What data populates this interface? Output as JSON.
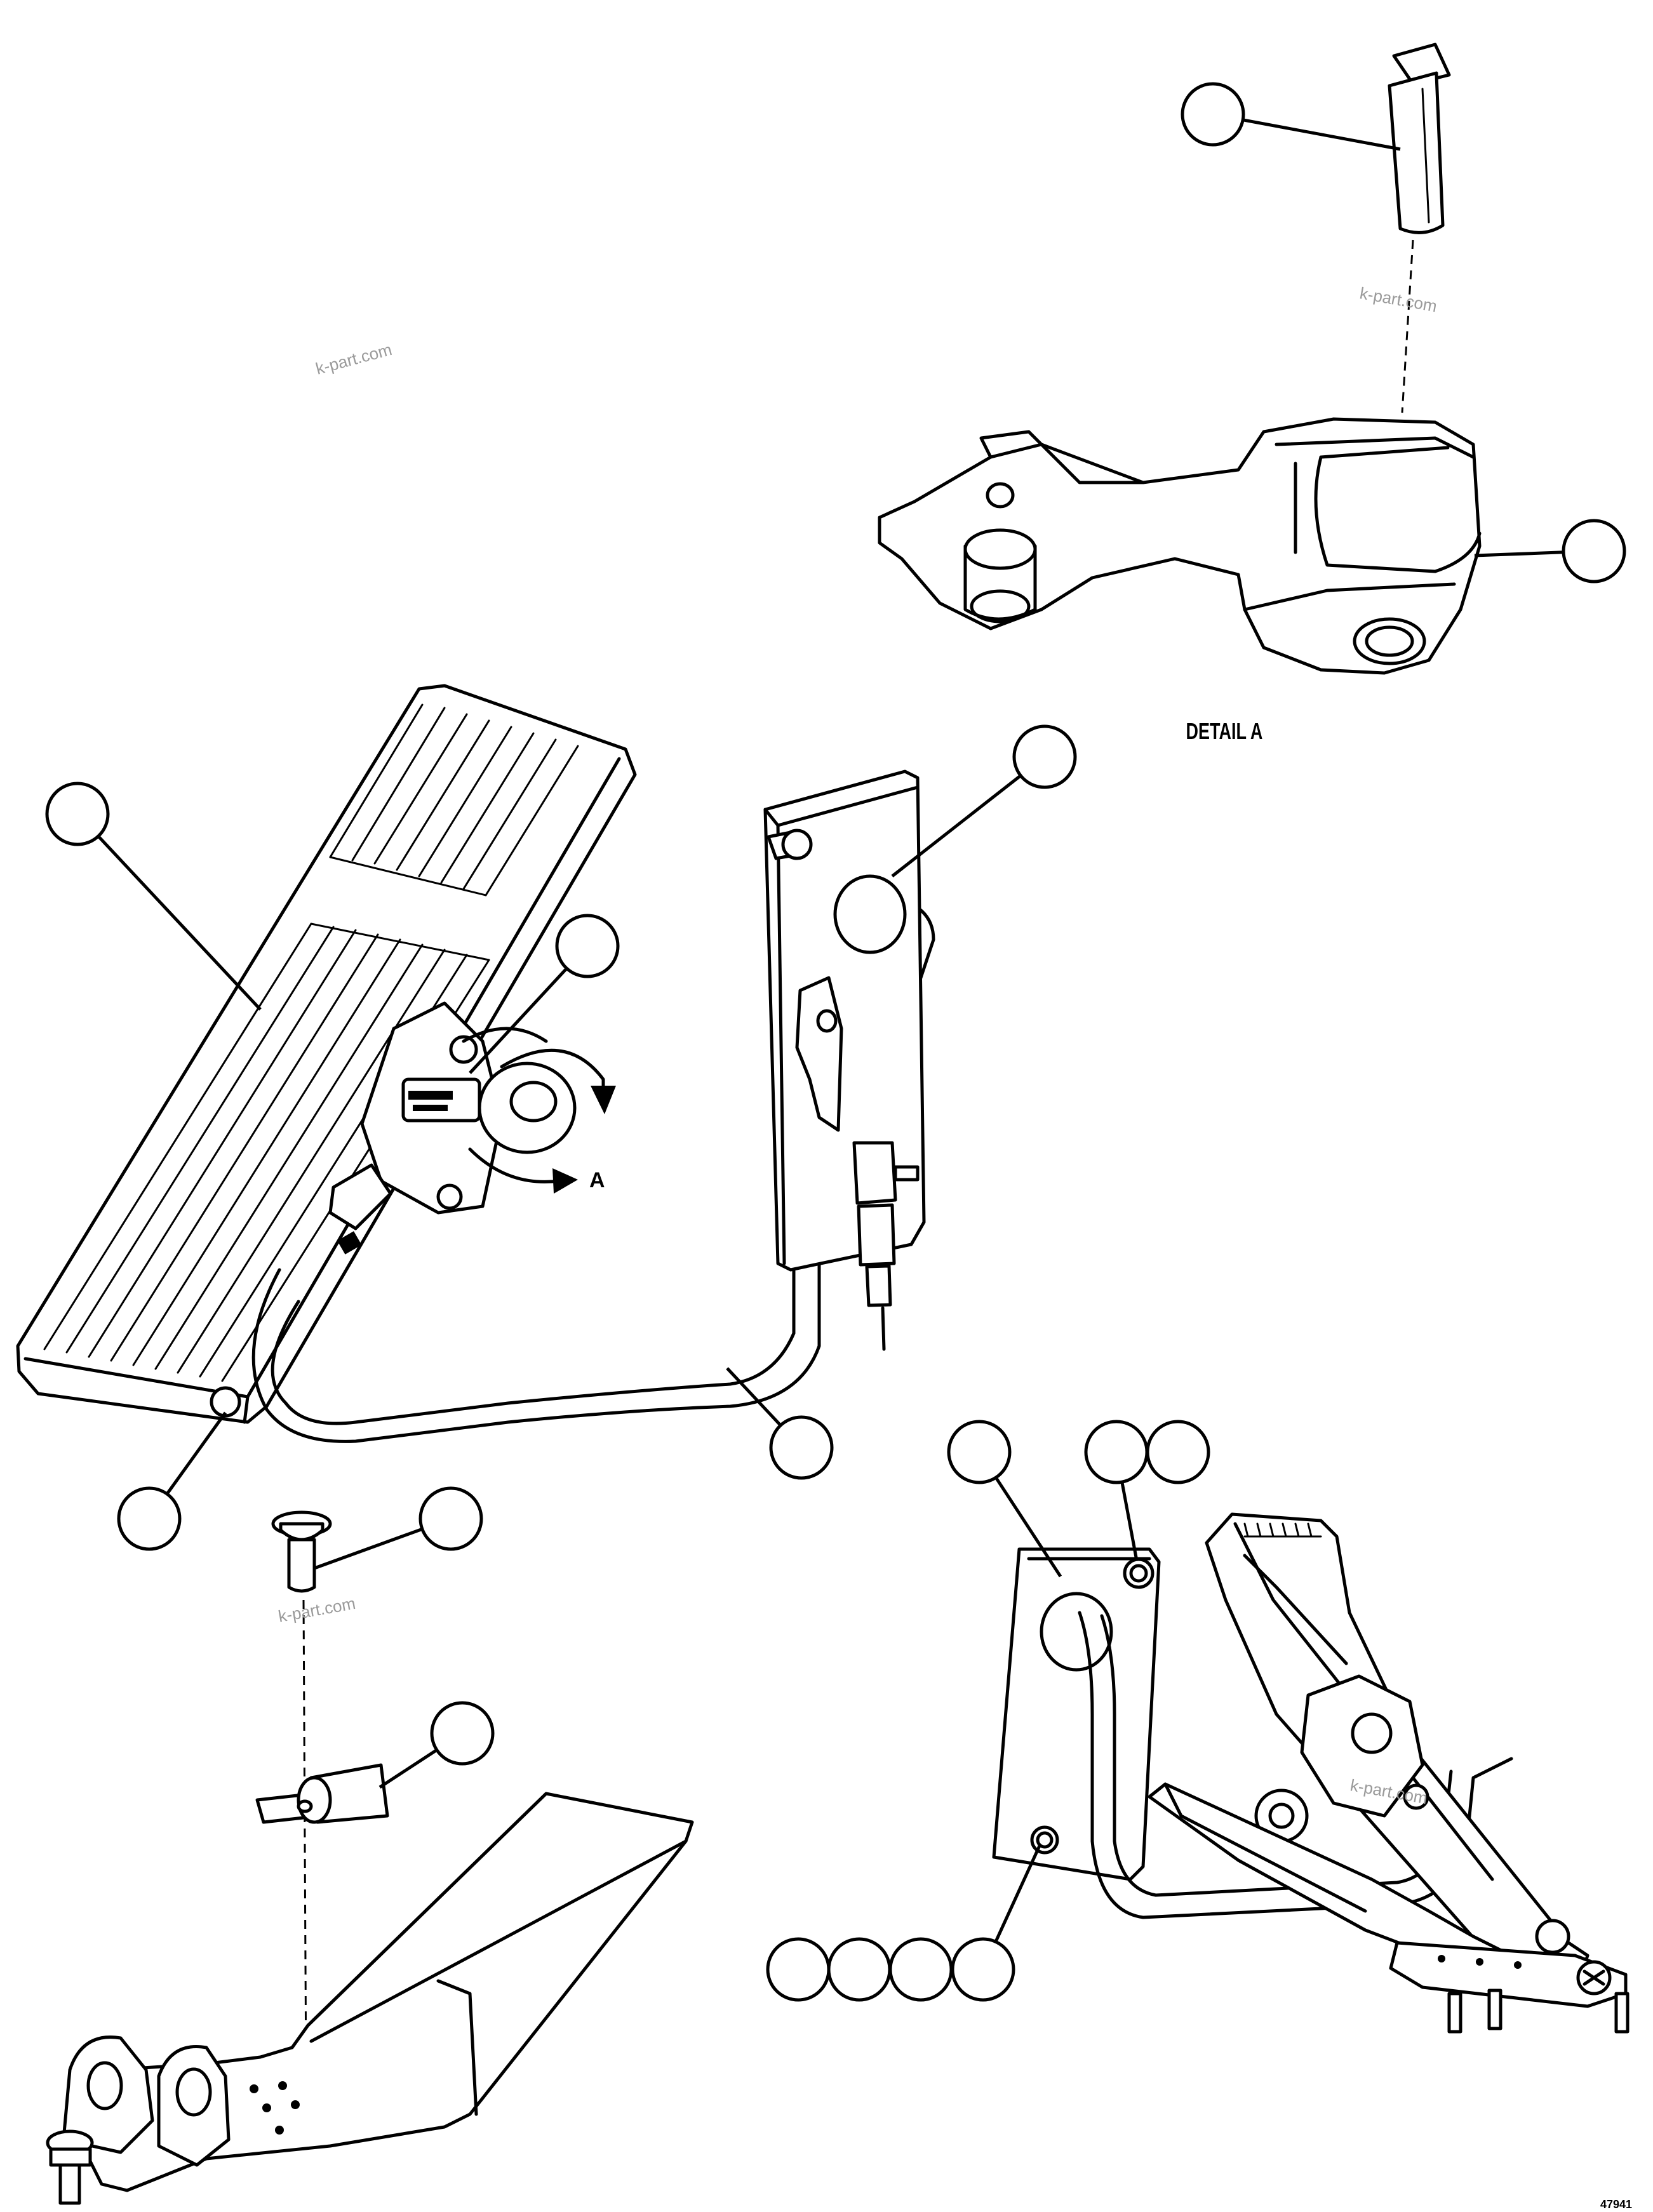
{
  "detail_label": "DETAIL A",
  "rotation_label": "A",
  "watermark": "k-part.com",
  "code_label": "47941",
  "callouts": [
    {
      "name": "callout-pin",
      "number": ""
    },
    {
      "name": "callout-bushing-detail",
      "number": ""
    },
    {
      "name": "callout-pedal-pad",
      "number": ""
    },
    {
      "name": "callout-sensor",
      "number": ""
    },
    {
      "name": "callout-bracket-plate",
      "number": ""
    },
    {
      "name": "callout-pivot-bolt",
      "number": ""
    },
    {
      "name": "callout-bolt",
      "number": ""
    },
    {
      "name": "callout-clip",
      "number": ""
    },
    {
      "name": "callout-harness",
      "number": ""
    },
    {
      "name": "callout-side-plate",
      "number": ""
    },
    {
      "name": "callout-nut-a",
      "number": ""
    },
    {
      "name": "callout-nut-b",
      "number": ""
    },
    {
      "name": "callout-fastener-1",
      "number": ""
    },
    {
      "name": "callout-fastener-2",
      "number": ""
    },
    {
      "name": "callout-fastener-3",
      "number": ""
    },
    {
      "name": "callout-fastener-4",
      "number": ""
    }
  ]
}
